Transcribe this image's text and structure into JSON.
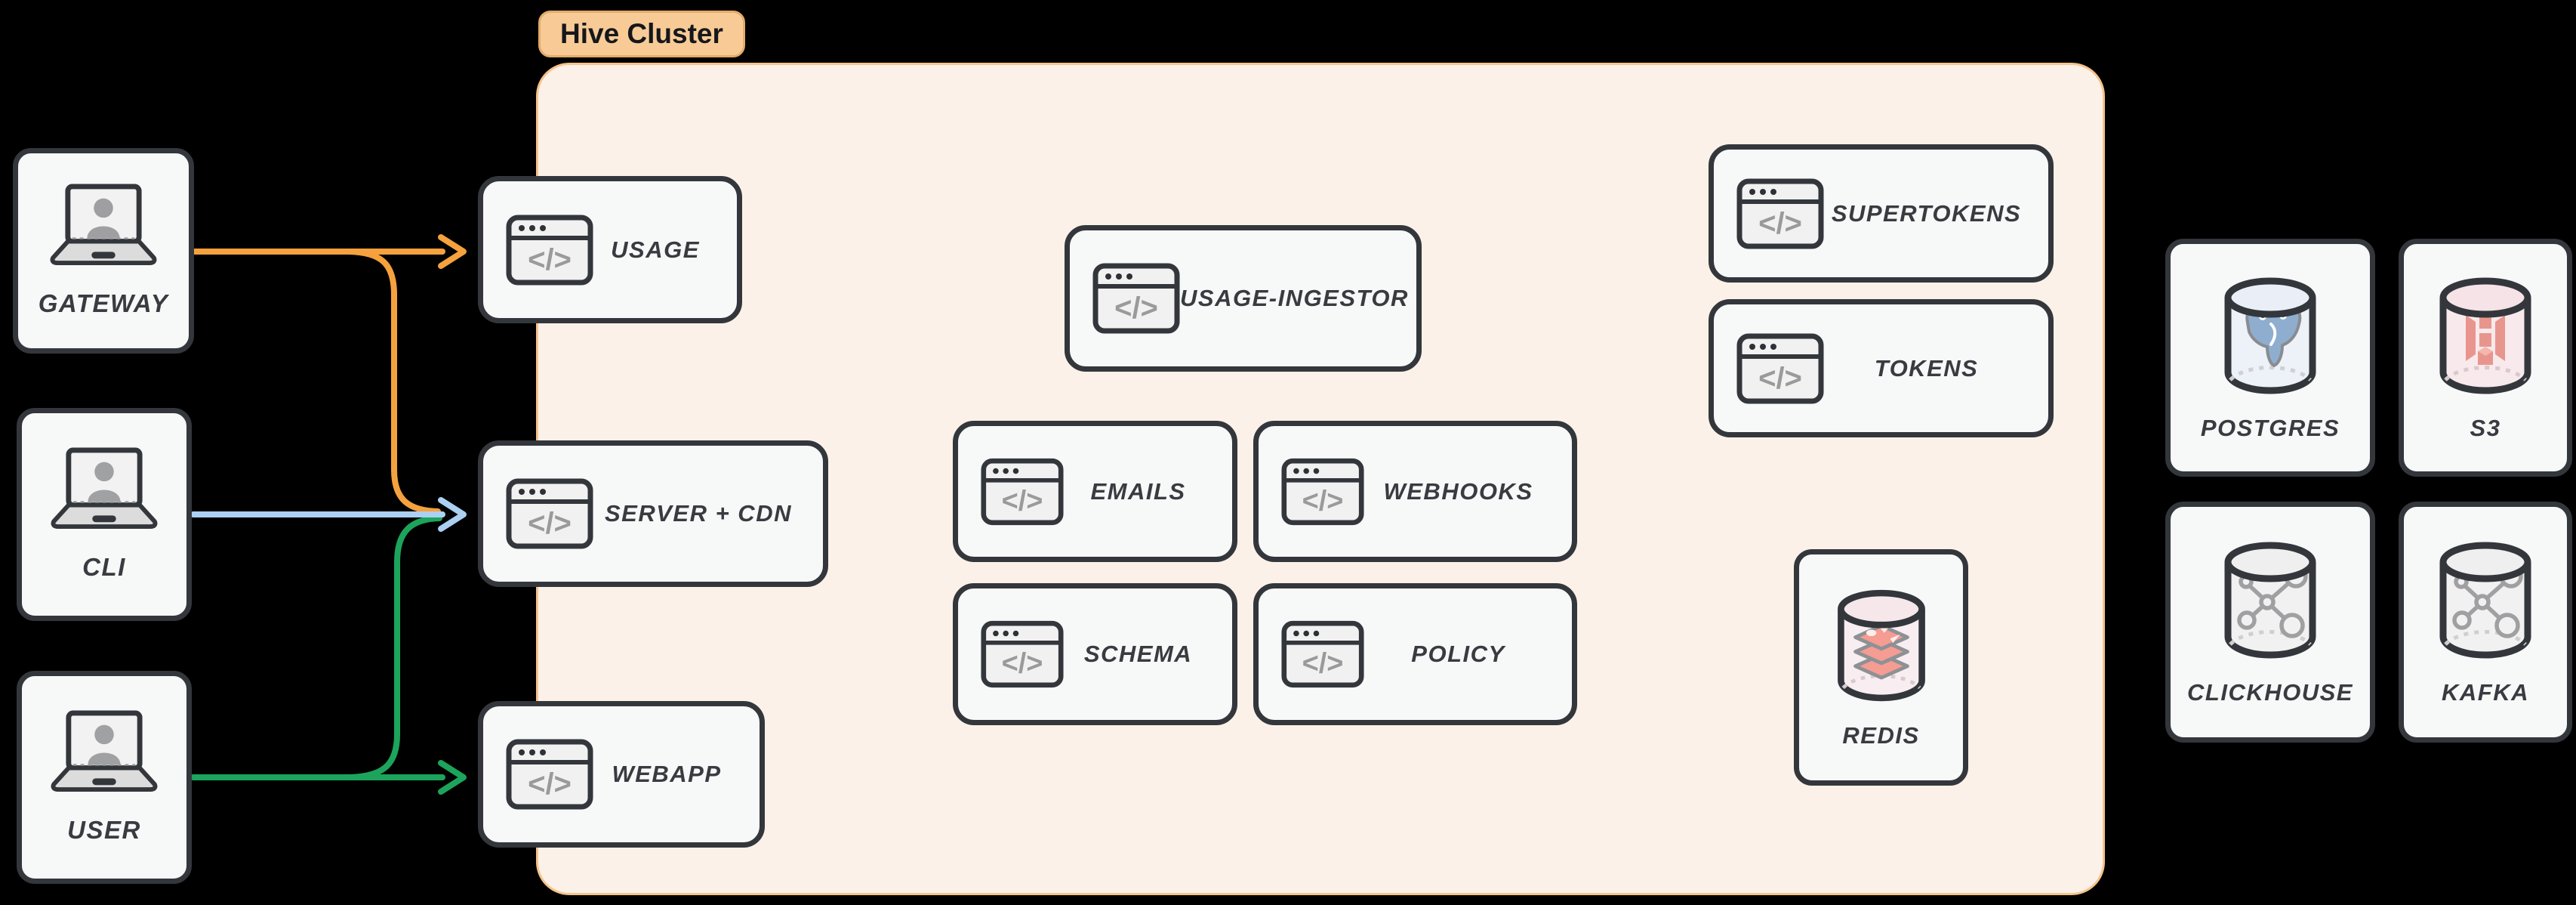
{
  "badge": {
    "label": "Hive Cluster"
  },
  "icons": {
    "code_glyph": "</>",
    "client_icon": "laptop-user-icon",
    "service_icon": "code-window-icon",
    "database_icon": "database-cylinder-icon"
  },
  "colors": {
    "canvas_bg": "#000000",
    "cluster_bg": "#FCF1E8",
    "cluster_border": "#F5C38D",
    "badge_bg": "#F8CB96",
    "badge_border": "#E2AC6C",
    "node_bg": "#F7F8F8",
    "node_border": "#33373C",
    "label_text": "#383B40",
    "icon_gray": "#9A9A9A",
    "arrow_orange": "#F5A13D",
    "arrow_blue": "#ABD0F1",
    "arrow_green": "#1CA45C"
  },
  "clients": [
    {
      "label": "GATEWAY"
    },
    {
      "label": "CLI"
    },
    {
      "label": "USER"
    }
  ],
  "services": [
    {
      "label": "USAGE"
    },
    {
      "label": "SERVER + CDN"
    },
    {
      "label": "WEBAPP"
    },
    {
      "label": "USAGE-INGESTOR"
    },
    {
      "label": "EMAILS"
    },
    {
      "label": "WEBHOOKS"
    },
    {
      "label": "SCHEMA"
    },
    {
      "label": "POLICY"
    },
    {
      "label": "SUPERTOKENS"
    },
    {
      "label": "TOKENS"
    }
  ],
  "databases": [
    {
      "label": "REDIS"
    },
    {
      "label": "POSTGRES"
    },
    {
      "label": "S3"
    },
    {
      "label": "CLICKHOUSE"
    },
    {
      "label": "KAFKA"
    }
  ],
  "arrows": [
    {
      "id": "gateway-to-usage-and-server-cdn",
      "from": "GATEWAY",
      "to": "USAGE, SERVER + CDN",
      "color": "#F5A13D"
    },
    {
      "id": "cli-to-server-cdn",
      "from": "CLI",
      "to": "SERVER + CDN",
      "color": "#ABD0F1"
    },
    {
      "id": "user-to-webapp-and-server-cdn",
      "from": "USER",
      "to": "WEBAPP, SERVER + CDN",
      "color": "#1CA45C"
    }
  ]
}
